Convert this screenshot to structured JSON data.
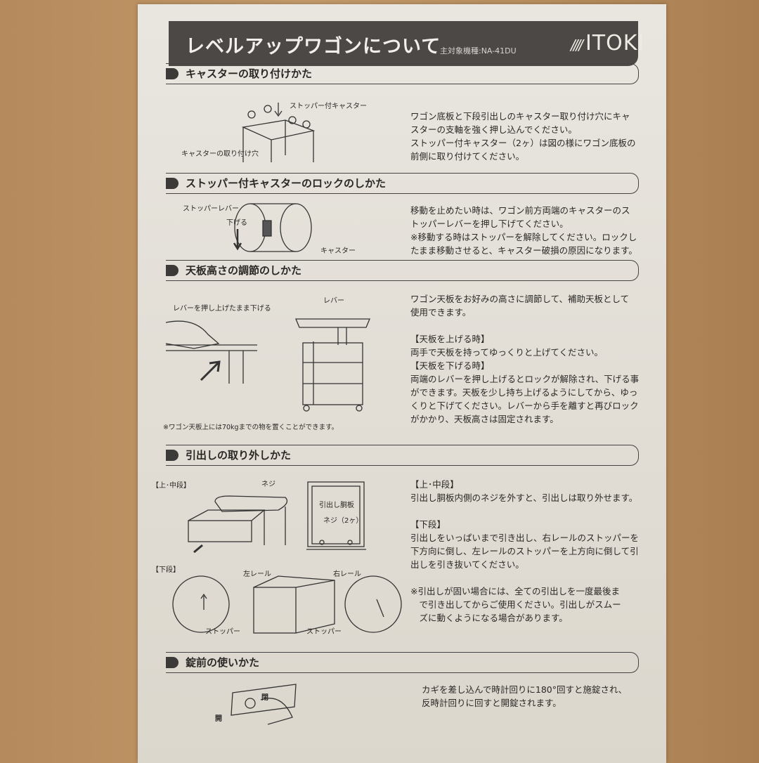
{
  "header": {
    "title": "レベルアップワゴンについて",
    "model": "主対象機種:NA-41DU",
    "brand": "ITOKI"
  },
  "sections": [
    {
      "title": "キャスターの取り付けかた",
      "labels": [
        "ストッパー付キャスター",
        "キャスターの取り付け穴"
      ],
      "text": "ワゴン底板と下段引出しのキャスター取り付け穴にキャ\nスターの支軸を強く押し込んでください。\nストッパー付キャスター（2ヶ）は図の様にワゴン底板の\n前側に取り付けてください。"
    },
    {
      "title": "ストッパー付キャスターのロックのしかた",
      "labels": [
        "ストッパーレバー",
        "下げる",
        "キャスター"
      ],
      "text": "移動を止めたい時は、ワゴン前方両端のキャスターのス\nトッパーレバーを押し下げてください。\n※移動する時はストッパーを解除してください。ロックし\nたまま移動させると、キャスター破損の原因になります。"
    },
    {
      "title": "天板高さの調節のしかた",
      "labels": [
        "レバーを押し上げたまま下げる",
        "レバー"
      ],
      "note": "※ワゴン天板上には70kgまでの物を置くことができます。",
      "text": "ワゴン天板をお好みの高さに調節して、補助天板として\n使用できます。\n\n【天板を上げる時】\n両手で天板を持ってゆっくりと上げてください。\n【天板を下げる時】\n両端のレバーを押し上げるとロックが解除され、下げる事\nができます。天板を少し持ち上げるようにしてから、ゆっ\nくりと下げてください。レバーから手を離すと再びロック\nがかかり、天板高さは固定されます。"
    },
    {
      "title": "引出しの取り外しかた",
      "labels": [
        "【上･中段】",
        "ネジ",
        "引出し胴板",
        "ネジ（2ヶ）",
        "【下段】",
        "左レール",
        "右レール",
        "ストッパー",
        "ストッパー"
      ],
      "text": "【上･中段】\n引出し胴板内側のネジを外すと、引出しは取り外せます。\n\n【下段】\n引出しをいっぱいまで引き出し、右レールのストッパーを\n下方向に倒し、左レールのストッパーを上方向に倒して引\n出しを引き抜いてください。\n\n※引出しが固い場合には、全ての引出しを一度最後ま\n　で引き出してからご使用ください。引出しがスムー\n　ズに動くようになる場合があります。"
    },
    {
      "title": "錠前の使いかた",
      "labels": [
        "閉",
        "開"
      ],
      "text": "カギを差し込んで時計回りに180°回すと施錠され、\n反時計回りに回すと開錠されます。"
    }
  ]
}
